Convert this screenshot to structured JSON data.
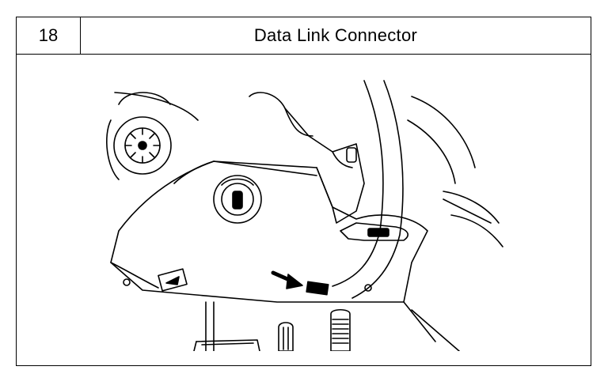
{
  "section": {
    "number": "18",
    "title": "Data Link Connector"
  },
  "illustration": {
    "subject": "under-dash view with arrow pointing to connector",
    "ink_color": "#000000",
    "paper_color": "#ffffff"
  }
}
